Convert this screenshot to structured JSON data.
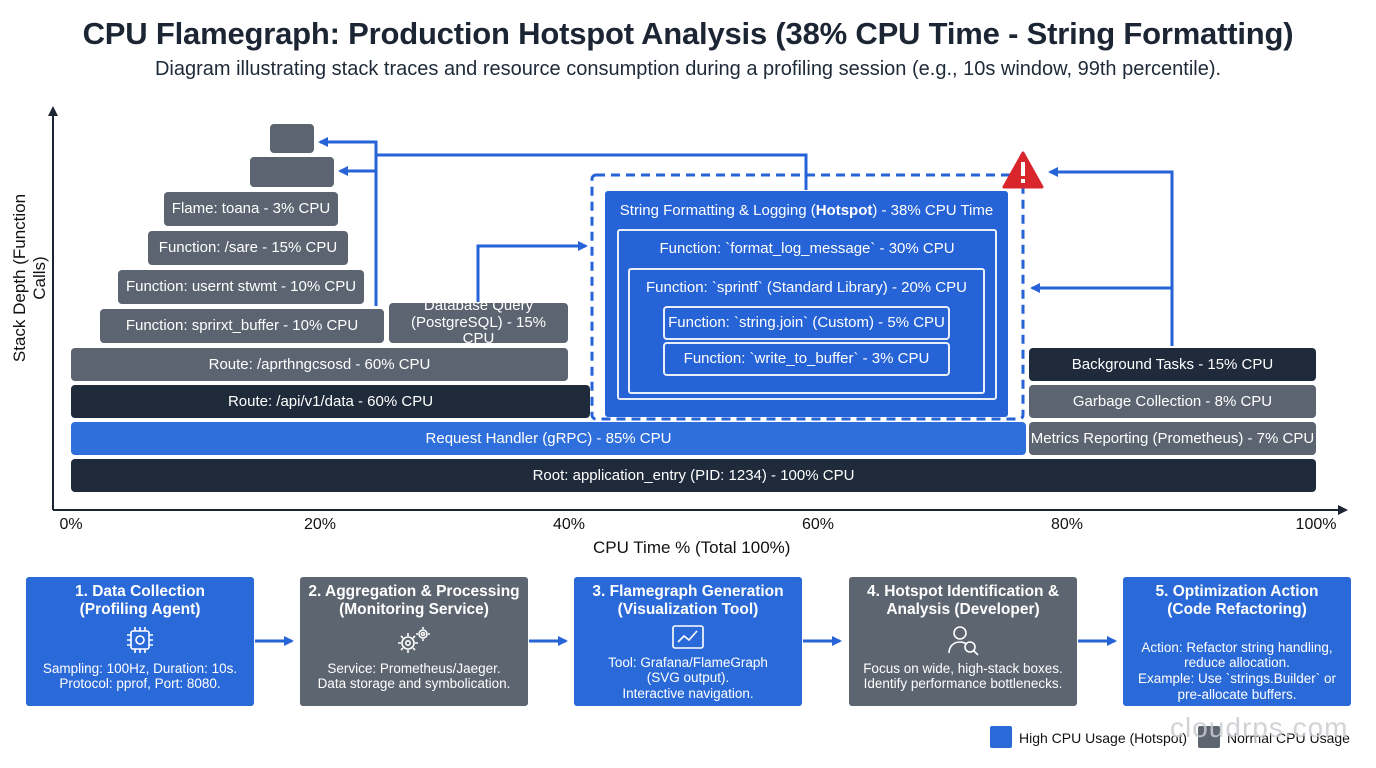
{
  "header": {
    "title": "CPU Flamegraph: Production Hotspot Analysis (38% CPU Time - String Formatting)",
    "subtitle": "Diagram illustrating stack traces and resource consumption during a profiling session (e.g., 10s window, 99th percentile)."
  },
  "axes": {
    "ylabel": "Stack Depth (Function Calls)",
    "xlabel": "CPU Time % (Total 100%)",
    "ticks": [
      "0%",
      "20%",
      "40%",
      "60%",
      "80%",
      "100%"
    ]
  },
  "flame": {
    "root": "Root: application_entry (PID: 1234) - 100% CPU",
    "request_handler": "Request Handler (gRPC) - 85% CPU",
    "metrics": "Metrics Reporting (Prometheus) - 7% CPU",
    "route_api": "Route: /api/v1/data - 60% CPU",
    "gc": "Garbage Collection - 8% CPU",
    "route_other": "Route: /aprthngcsosd - 60% CPU",
    "background": "Background Tasks - 15% CPU",
    "fn_sprint_buffer": "Function: sprirxt_buffer - 10% CPU",
    "db_query": "Database Query (PostgreSQL) - 15% CPU",
    "fn_usert": "Function:  usernt stwmt - 10% CPU",
    "fn_sare": "Function: /sare - 15% CPU",
    "flame_toana": "Flame: toana - 3% CPU",
    "hotspot_title_pre": "String Formatting & Logging (",
    "hotspot_title_bold": "Hotspot",
    "hotspot_title_post": ") - 38% CPU Time",
    "fn_format": "Function: `format_log_message` - 30% CPU",
    "fn_sprintf": "Function: `sprintf` (Standard Library) - 20% CPU",
    "fn_join": "Function: `string.join` (Custom) - 5% CPU",
    "fn_write": "Function: `write_to_buffer` - 3% CPU"
  },
  "steps": [
    {
      "title": "1. Data Collection\n(Profiling Agent)",
      "icon": "chip-icon",
      "text": "Sampling: 100Hz, Duration: 10s.\nProtocol: pprof, Port: 8080."
    },
    {
      "title": "2. Aggregation & Processing\n(Monitoring Service)",
      "icon": "gears-icon",
      "text": "Service: Prometheus/Jaeger.\nData storage and symbolication."
    },
    {
      "title": "3. Flamegraph Generation\n(Visualization Tool)",
      "icon": "chart-icon",
      "text": "Tool: Grafana/FlameGraph\n(SVG output).\nInteractive navigation."
    },
    {
      "title": "4. Hotspot Identification &\nAnalysis (Developer)",
      "icon": "developer-search-icon",
      "text": "Focus on wide, high-stack boxes.\nIdentify performance bottlenecks."
    },
    {
      "title": "5. Optimization Action\n(Code Refactoring)",
      "icon": "",
      "text": "Action: Refactor string handling,\nreduce allocation.\nExample: Use `strings.Builder` or\npre-allocate buffers."
    }
  ],
  "legend": {
    "high": "High CPU Usage (Hotspot)",
    "normal": "Normal CPU Usage",
    "high_color": "#2a69d8",
    "normal_color": "#5d6570"
  },
  "colors": {
    "accent": "#2563d6",
    "dark": "#1f2a3a",
    "gray": "#5b6470",
    "warning": "#d9262c"
  },
  "watermark": "cloudrps.com"
}
